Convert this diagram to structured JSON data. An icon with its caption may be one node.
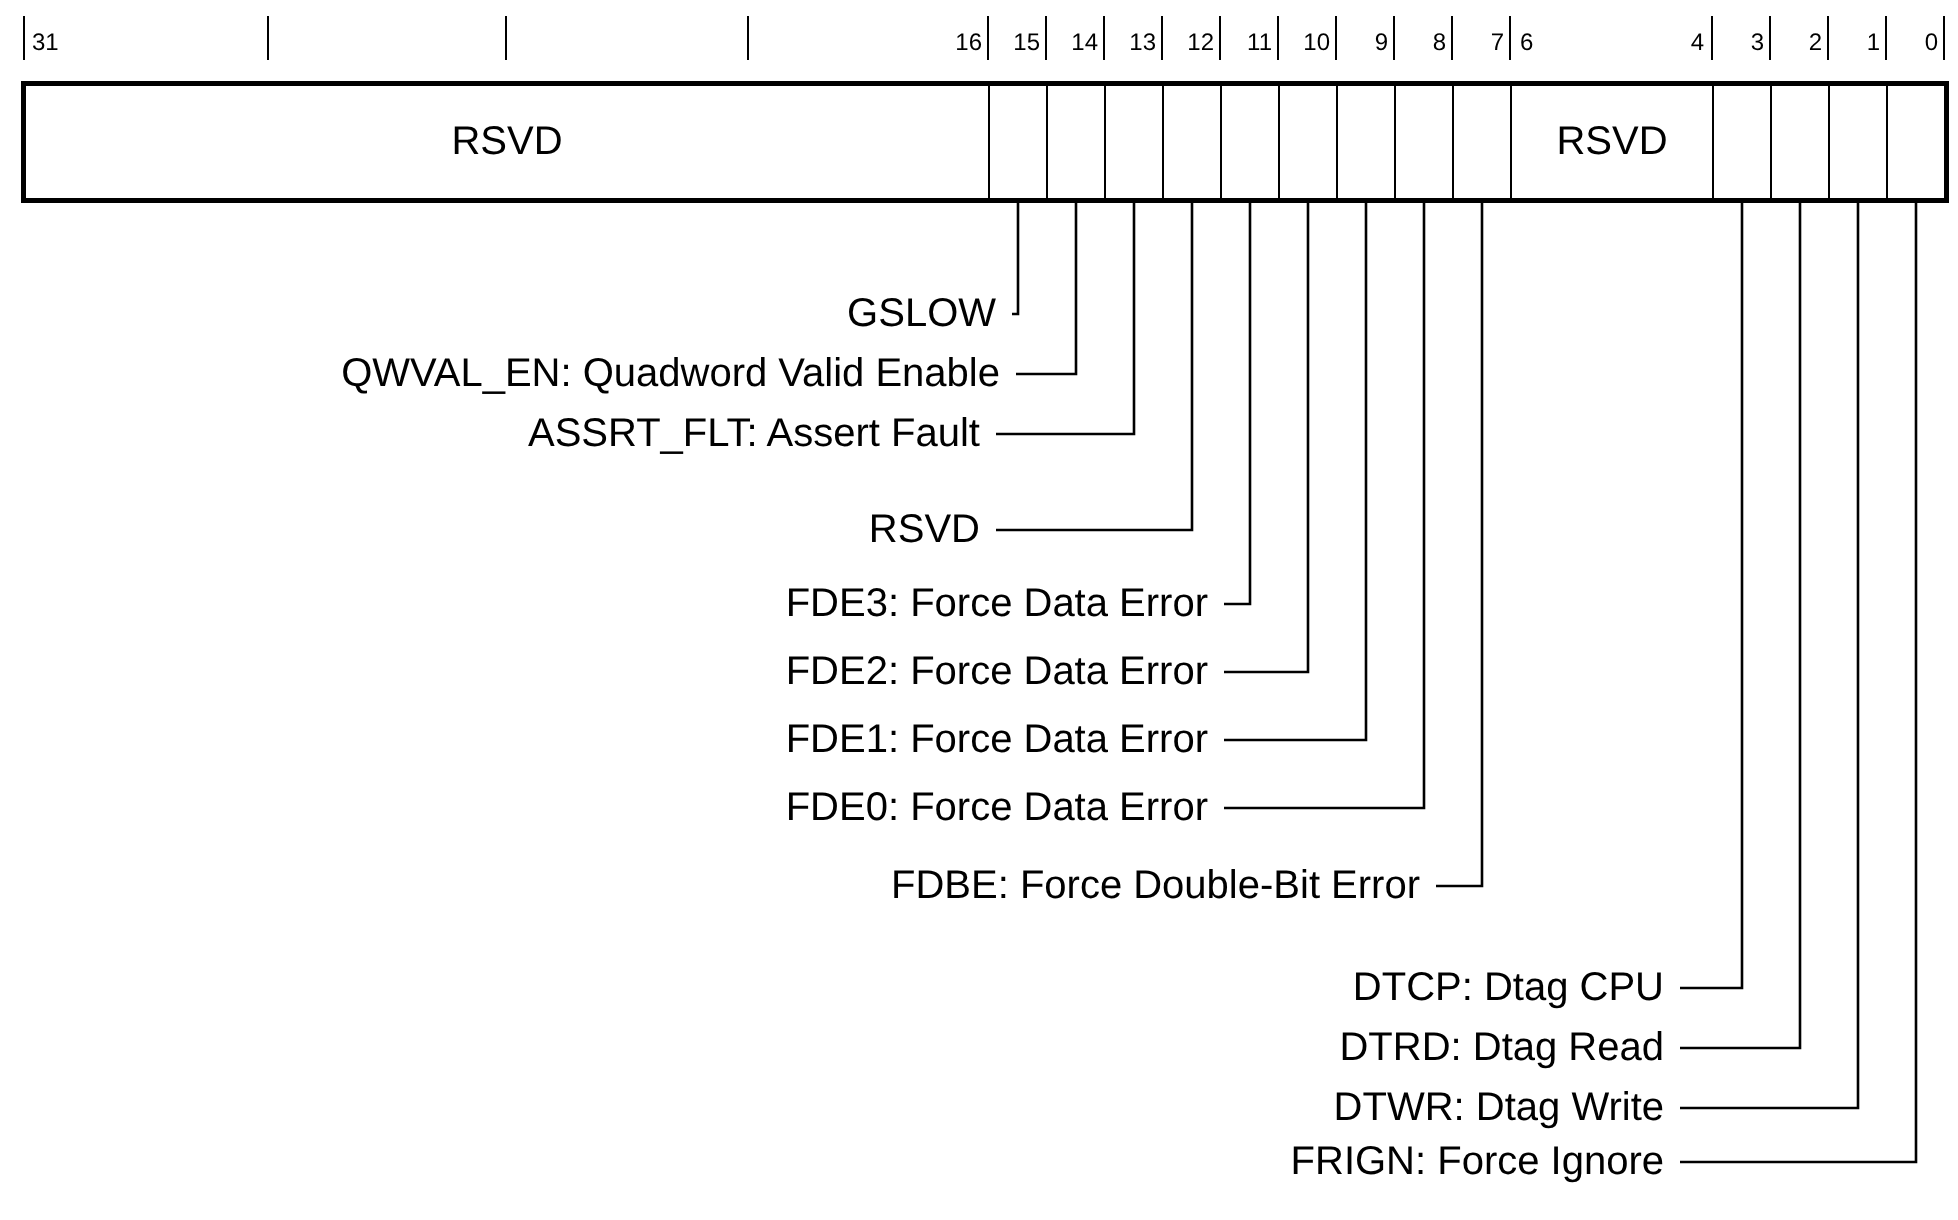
{
  "diagram": {
    "nodes": [
      {
        "text": [
          "RSVD"
        ]
      },
      {
        "text": [],
        "shape": "box"
      },
      {
        "text": [],
        "shape": "box"
      },
      {
        "text": [],
        "shape": "box"
      },
      {
        "text": [],
        "shape": "box"
      },
      {
        "text": [],
        "shape": "box"
      },
      {
        "text": [],
        "shape": "box"
      },
      {
        "text": [],
        "shape": "box"
      },
      {
        "text": [],
        "shape": "box"
      },
      {
        "text": [],
        "shape": "box"
      },
      {
        "text": [
          "RSVD"
        ]
      },
      {
        "text": [],
        "shape": "box"
      },
      {
        "text": [],
        "shape": "box"
      },
      {
        "text": [],
        "shape": "box"
      },
      {
        "text": [],
        "shape": "box"
      },
      {
        "text": [
          "GSLOW"
        ]
      },
      {
        "text": [
          "QWVAL_EN: Quadword Valid Enable"
        ]
      },
      {
        "text": [
          "ASSRT_FLT: Assert Fault"
        ]
      },
      {
        "text": [
          "RSVD"
        ]
      },
      {
        "text": [
          "FDE3: Force Data Error"
        ]
      },
      {
        "text": [
          "FDE2: Force Data Error"
        ]
      },
      {
        "text": [
          "FDE1: Force Data Error"
        ]
      },
      {
        "text": [
          "FDE0: Force Data Error"
        ]
      },
      {
        "text": [
          "FDBE: Force Double-Bit Error"
        ]
      },
      {
        "text": [
          "DTCP: Dtag CPU"
        ]
      },
      {
        "text": [
          "DTRD: Dtag Read"
        ]
      },
      {
        "text": [
          "DTWR: Dtag Write"
        ]
      },
      {
        "text": [
          "FRIGN: Force Ignore"
        ]
      }
    ],
    "edges": [
      {
        "from": 15,
        "to": 1,
        "arrow": "none"
      },
      {
        "from": 16,
        "to": 2,
        "arrow": "none"
      },
      {
        "from": 17,
        "to": 3,
        "arrow": "none"
      },
      {
        "from": 18,
        "to": 4,
        "arrow": "none"
      },
      {
        "from": 19,
        "to": 5,
        "arrow": "none"
      },
      {
        "from": 20,
        "to": 6,
        "arrow": "none"
      },
      {
        "from": 21,
        "to": 7,
        "arrow": "none"
      },
      {
        "from": 22,
        "to": 8,
        "arrow": "none"
      },
      {
        "from": 23,
        "to": 9,
        "arrow": "none"
      },
      {
        "from": 24,
        "to": 11,
        "arrow": "none"
      },
      {
        "from": 25,
        "to": 12,
        "arrow": "none"
      },
      {
        "from": 26,
        "to": 13,
        "arrow": "none"
      },
      {
        "from": 27,
        "to": 14,
        "arrow": "none"
      }
    ],
    "labels": [
      "31",
      "16",
      "15",
      "14",
      "13",
      "12",
      "11",
      "10",
      "9",
      "8",
      "7",
      "6",
      "4",
      "3",
      "2",
      "1",
      "0"
    ]
  }
}
